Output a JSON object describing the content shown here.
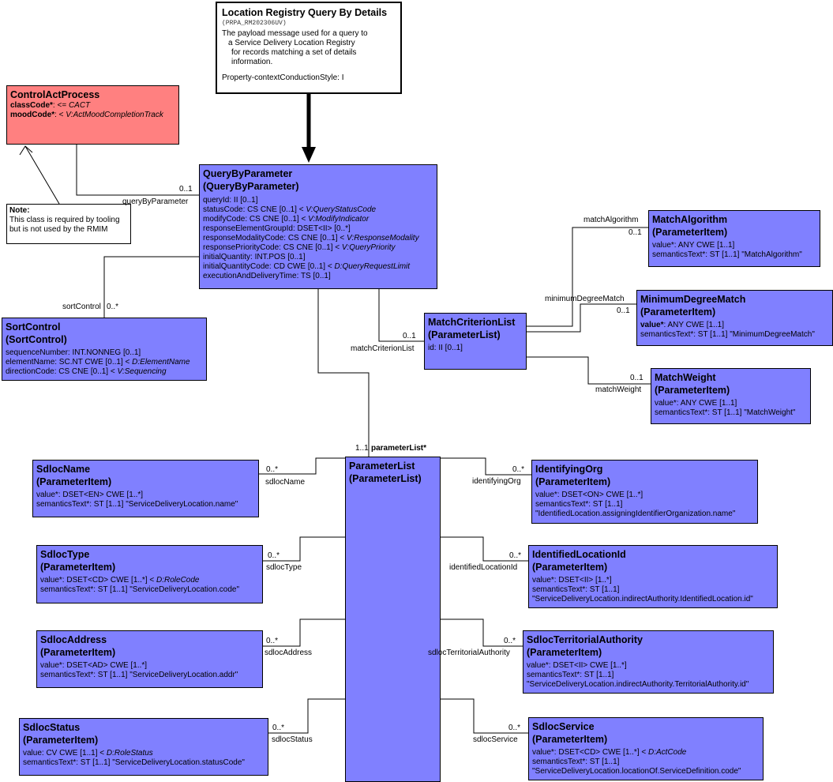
{
  "entry": {
    "title": "Location Registry Query By Details",
    "id": "(PRPA_RM202306UV)",
    "description": [
      "The payload message used for a query to",
      "a Service Delivery Location Registry",
      "for records matching a set of details",
      "information."
    ],
    "style": "Property-contextConductionStyle: I"
  },
  "control_act": {
    "title": "ControlActProcess",
    "attrs": [
      {
        "name": "classCode*",
        "rest": ": <= ",
        "italic": "CACT"
      },
      {
        "name": "moodCode*",
        "rest": ": < ",
        "italic": "V:ActMoodCompletionTrack"
      }
    ]
  },
  "note": {
    "title": "Note:",
    "lines": [
      "This class is required by tooling",
      "but is not used by the RMIM"
    ]
  },
  "query": {
    "title": "QueryByParameter",
    "subtitle": "(QueryByParameter)",
    "attrs": [
      {
        "text": "queryId: II [0..1]"
      },
      {
        "text": "statusCode: CS CNE [0..1] < ",
        "italic": "V:QueryStatusCode"
      },
      {
        "text": "modifyCode: CS CNE [0..1] < ",
        "italic": "V:ModifyIndicator"
      },
      {
        "text": "responseElementGroupId: DSET<II> [0..*]"
      },
      {
        "text": "responseModalityCode: CS CNE [0..1] < ",
        "italic": "V:ResponseModality"
      },
      {
        "text": "responsePriorityCode: CS CNE [0..1] < ",
        "italic": "V:QueryPriority"
      },
      {
        "text": "initialQuantity: INT.POS [0..1]"
      },
      {
        "text": "initialQuantityCode: CD CWE [0..1] < ",
        "italic": "D:QueryRequestLimit"
      },
      {
        "text": "executionAndDeliveryTime: TS [0..1]"
      }
    ]
  },
  "sort": {
    "title": "SortControl",
    "subtitle": "(SortControl)",
    "attrs": [
      {
        "text": "sequenceNumber: INT.NONNEG [0..1]"
      },
      {
        "text": "elementName: SC.NT CWE [0..1] < ",
        "italic": "D:ElementName"
      },
      {
        "text": "directionCode: CS CNE [0..1] < ",
        "italic": "V:Sequencing"
      }
    ]
  },
  "match_list": {
    "title": "MatchCriterionList",
    "subtitle": "(ParameterList)",
    "attrs": [
      {
        "text": "id: II [0..1]"
      }
    ]
  },
  "match_algorithm": {
    "title": "MatchAlgorithm",
    "subtitle": "(ParameterItem)",
    "attrs": [
      {
        "text": "value*: ANY CWE [1..1]"
      },
      {
        "text": "semanticsText*: ST [1..1] \"MatchAlgorithm\""
      }
    ]
  },
  "min_degree": {
    "title": "MinimumDegreeMatch",
    "subtitle": "(ParameterItem)",
    "attrs": [
      {
        "bold": "value*",
        "text": ": ANY CWE [1..1]"
      },
      {
        "text": "semanticsText*: ST [1..1] \"MinimumDegreeMatch\""
      }
    ]
  },
  "match_weight": {
    "title": "MatchWeight",
    "subtitle": "(ParameterItem)",
    "attrs": [
      {
        "text": "value*: ANY CWE [1..1]"
      },
      {
        "text": "semanticsText*: ST [1..1] \"MatchWeight\""
      }
    ]
  },
  "param_list": {
    "title": "ParameterList",
    "subtitle": "(ParameterList)"
  },
  "sdloc_name": {
    "title": "SdlocName",
    "subtitle": "(ParameterItem)",
    "attrs": [
      {
        "text": "value*: DSET<EN> CWE [1..*]"
      },
      {
        "text": "semanticsText*: ST [1..1] \"ServiceDeliveryLocation.name\""
      }
    ]
  },
  "sdloc_type": {
    "title": "SdlocType",
    "subtitle": "(ParameterItem)",
    "attrs": [
      {
        "text": "value*: DSET<CD> CWE [1..*] < ",
        "italic": "D:RoleCode"
      },
      {
        "text": "semanticsText*: ST [1..1] \"ServiceDeliveryLocation.code\""
      }
    ]
  },
  "sdloc_address": {
    "title": "SdlocAddress",
    "subtitle": "(ParameterItem)",
    "attrs": [
      {
        "text": "value*: DSET<AD> CWE [1..*]"
      },
      {
        "text": "semanticsText*: ST [1..1] \"ServiceDeliveryLocation.addr\""
      }
    ]
  },
  "sdloc_status": {
    "title": "SdlocStatus",
    "subtitle": "(ParameterItem)",
    "attrs": [
      {
        "text": "value: CV CWE [1..1] < ",
        "italic": "D:RoleStatus"
      },
      {
        "text": "semanticsText*: ST [1..1] \"ServiceDeliveryLocation.statusCode\""
      }
    ]
  },
  "identifying_org": {
    "title": "IdentifyingOrg",
    "subtitle": "(ParameterItem)",
    "attrs": [
      {
        "text": "value*: DSET<ON> CWE [1..*]"
      },
      {
        "text": "semanticsText*: ST [1..1]"
      },
      {
        "text": " \"IdentifiedLocation.assigningIdentifierOrganization.name\""
      }
    ]
  },
  "identified_location": {
    "title": "IdentifiedLocationId",
    "subtitle": "(ParameterItem)",
    "attrs": [
      {
        "text": "value*: DSET<II> [1..*]"
      },
      {
        "text": "semanticsText*: ST [1..1]"
      },
      {
        "text": " \"ServiceDeliveryLocation.indirectAuthority.IdentifiedLocation.id\""
      }
    ]
  },
  "territorial": {
    "title": "SdlocTerritorialAuthority",
    "subtitle": "(ParameterItem)",
    "attrs": [
      {
        "text": "value*: DSET<II> CWE [1..*]"
      },
      {
        "text": "semanticsText*: ST [1..1]"
      },
      {
        "text": " \"ServiceDeliveryLocation.indirectAuthority.TerritorialAuthority.id\""
      }
    ]
  },
  "sdloc_service": {
    "title": "SdlocService",
    "subtitle": "(ParameterItem)",
    "attrs": [
      {
        "text": "value*: DSET<CD> CWE [1..*] < ",
        "italic": "D:ActCode"
      },
      {
        "text": "semanticsText*: ST [1..1]"
      },
      {
        "text": " \"ServiceDeliveryLocation.locationOf.ServiceDefinition.code\""
      }
    ]
  },
  "labels": {
    "query_by_parameter": "queryByParameter",
    "query_mult": "0..1",
    "sort_control": "sortControl",
    "sort_mult": "0..*",
    "match_criterion_list": "matchCriterionList",
    "match_list_mult": "0..1",
    "match_algorithm": "matchAlgorithm",
    "match_algorithm_mult": "0..1",
    "minimum_degree_match": "minimumDegreeMatch",
    "min_degree_mult": "0..1",
    "match_weight": "matchWeight",
    "match_weight_mult": "0..1",
    "parameter_list": "parameterList*",
    "parameter_list_mult": "1..1",
    "sdloc_name": "sdlocName",
    "sdloc_type": "sdlocType",
    "sdloc_address": "sdlocAddress",
    "sdloc_status": "sdlocStatus",
    "identifying_org": "identifyingOrg",
    "identified_location_id": "identifiedLocationId",
    "sdloc_territorial_authority": "sdlocTerritorialAuthority",
    "sdloc_service": "sdlocService",
    "many": "0..*"
  }
}
